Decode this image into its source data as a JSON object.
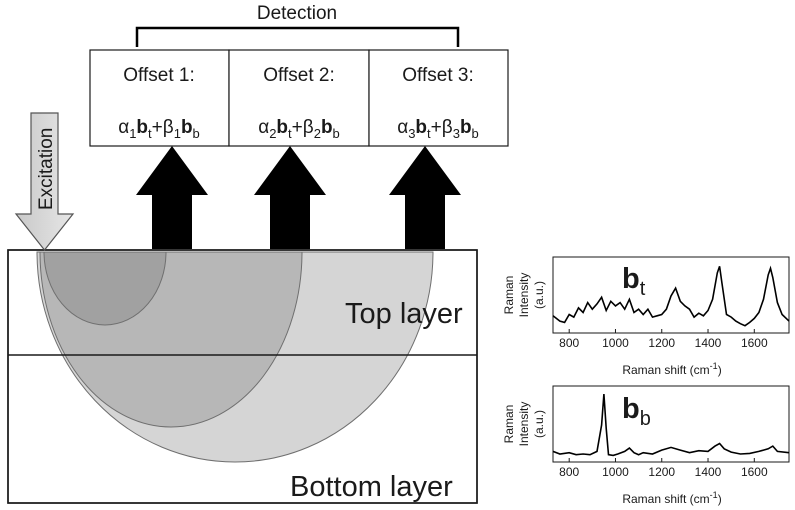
{
  "detection": {
    "label": "Detection"
  },
  "offsets": [
    {
      "title": "Offset 1:",
      "alpha": "α",
      "beta": "β",
      "n": "1",
      "plus": "+",
      "b": "b",
      "t": "t",
      "bsub": "b"
    },
    {
      "title": "Offset 2:",
      "alpha": "α",
      "beta": "β",
      "n": "2",
      "plus": "+",
      "b": "b",
      "t": "t",
      "bsub": "b"
    },
    {
      "title": "Offset 3:",
      "alpha": "α",
      "beta": "β",
      "n": "3",
      "plus": "+",
      "b": "b",
      "t": "t",
      "bsub": "b"
    }
  ],
  "excitation": {
    "label": "Excitation"
  },
  "layers": {
    "top": "Top layer",
    "bottom": "Bottom layer"
  },
  "spectra": [
    {
      "id": "bt",
      "symbol": "b",
      "symbol_sub": "t",
      "ylabel_line1": "Raman",
      "ylabel_line2": "Intensity",
      "ylabel_line3": "(a.u.)",
      "xlabel": "Raman shift (cm",
      "xlabel_sup": "-1",
      "xlabel_end": ")",
      "xticks": [
        "800",
        "1000",
        "1200",
        "1400",
        "1600"
      ]
    },
    {
      "id": "bb",
      "symbol": "b",
      "symbol_sub": "b",
      "ylabel_line1": "Raman",
      "ylabel_line2": "Intensity",
      "ylabel_line3": "(a.u.)",
      "xlabel": "Raman shift (cm",
      "xlabel_sup": "-1",
      "xlabel_end": ")",
      "xticks": [
        "800",
        "1000",
        "1200",
        "1400",
        "1600"
      ]
    }
  ],
  "chart_data": [
    {
      "type": "line",
      "xlim": [
        730,
        1750
      ],
      "ylim": [
        0,
        1
      ],
      "x": [
        730,
        760,
        780,
        800,
        820,
        840,
        860,
        880,
        900,
        920,
        940,
        960,
        980,
        1000,
        1020,
        1040,
        1060,
        1080,
        1100,
        1120,
        1140,
        1160,
        1180,
        1200,
        1220,
        1240,
        1260,
        1280,
        1300,
        1320,
        1340,
        1360,
        1380,
        1400,
        1420,
        1440,
        1450,
        1460,
        1480,
        1500,
        1520,
        1540,
        1560,
        1580,
        1600,
        1620,
        1640,
        1660,
        1670,
        1680,
        1700,
        1720,
        1750
      ],
      "y": [
        0.2,
        0.12,
        0.1,
        0.22,
        0.18,
        0.32,
        0.25,
        0.4,
        0.3,
        0.38,
        0.48,
        0.28,
        0.42,
        0.35,
        0.4,
        0.3,
        0.45,
        0.25,
        0.3,
        0.22,
        0.3,
        0.18,
        0.2,
        0.22,
        0.3,
        0.5,
        0.62,
        0.42,
        0.35,
        0.3,
        0.18,
        0.24,
        0.2,
        0.28,
        0.45,
        0.85,
        0.95,
        0.7,
        0.22,
        0.18,
        0.12,
        0.08,
        0.05,
        0.1,
        0.16,
        0.25,
        0.45,
        0.82,
        0.92,
        0.78,
        0.4,
        0.22,
        0.12
      ]
    },
    {
      "type": "line",
      "xlim": [
        730,
        1750
      ],
      "ylim": [
        0,
        1
      ],
      "x": [
        730,
        760,
        800,
        830,
        860,
        890,
        920,
        940,
        950,
        960,
        970,
        990,
        1010,
        1040,
        1060,
        1080,
        1100,
        1120,
        1160,
        1200,
        1240,
        1280,
        1320,
        1360,
        1400,
        1430,
        1450,
        1470,
        1500,
        1540,
        1580,
        1620,
        1660,
        1680,
        1700,
        1750
      ],
      "y": [
        0.1,
        0.06,
        0.08,
        0.05,
        0.06,
        0.05,
        0.1,
        0.5,
        0.97,
        0.45,
        0.05,
        0.04,
        0.06,
        0.1,
        0.15,
        0.08,
        0.05,
        0.08,
        0.06,
        0.12,
        0.16,
        0.12,
        0.08,
        0.11,
        0.1,
        0.18,
        0.22,
        0.14,
        0.09,
        0.06,
        0.07,
        0.1,
        0.14,
        0.18,
        0.1,
        0.08
      ]
    }
  ]
}
